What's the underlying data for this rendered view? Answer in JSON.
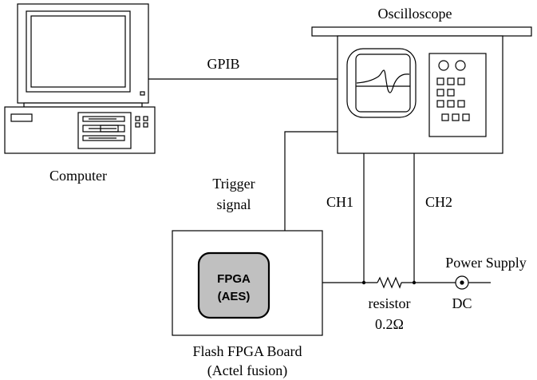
{
  "labels": {
    "computer": "Computer",
    "oscilloscope": "Oscilloscope",
    "gpib": "GPIB",
    "trigger_line1": "Trigger",
    "trigger_line2": "signal",
    "ch1": "CH1",
    "ch2": "CH2",
    "power_supply": "Power Supply",
    "dc": "DC",
    "resistor": "resistor",
    "resistor_value": "0.2Ω",
    "fpga_line1": "FPGA",
    "fpga_line2": "(AES)",
    "board_line1": "Flash FPGA Board",
    "board_line2": "(Actel fusion)"
  },
  "colors": {
    "line": "#000000",
    "fpga_chip_fill": "#c0c0c0",
    "background": "#ffffff"
  }
}
